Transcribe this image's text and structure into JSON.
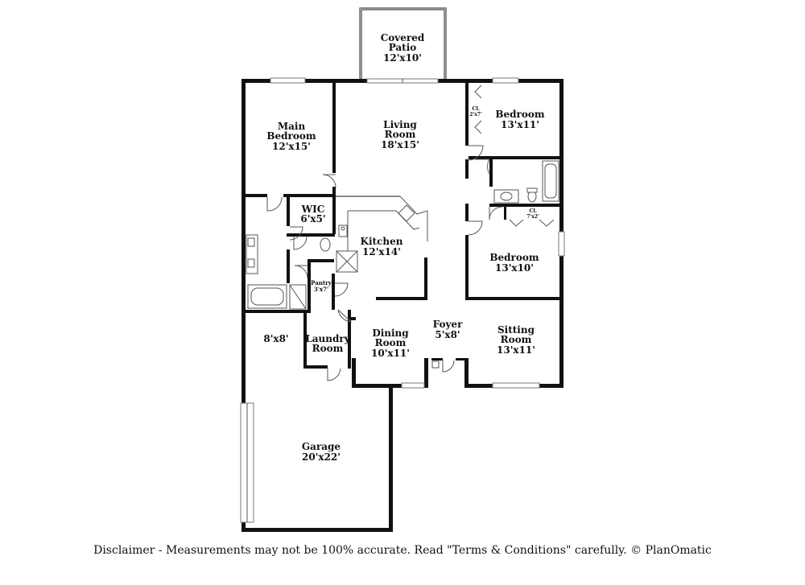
{
  "rooms": {
    "patio": {
      "name_1": "Covered",
      "name_2": "Patio",
      "dims": "12'x10'"
    },
    "main_bedroom": {
      "name_1": "Main",
      "name_2": "Bedroom",
      "dims": "12'x15'"
    },
    "living_room": {
      "name_1": "Living",
      "name_2": "Room",
      "dims": "18'x15'"
    },
    "bedroom_top": {
      "name": "Bedroom",
      "dims": "13'x11'"
    },
    "closet_top": {
      "name": "CL",
      "dims": "2'x7'"
    },
    "wic": {
      "name": "WIC",
      "dims": "6'x5'"
    },
    "kitchen": {
      "name": "Kitchen",
      "dims": "12'x14'"
    },
    "closet_mid": {
      "name": "CL",
      "dims": "7'x2'"
    },
    "bedroom_mid": {
      "name": "Bedroom",
      "dims": "13'x10'"
    },
    "pantry": {
      "name": "Pantry",
      "dims": "3'x7'"
    },
    "storage": {
      "dims": "8'x8'"
    },
    "laundry": {
      "name_1": "Laundry",
      "name_2": "Room"
    },
    "dining": {
      "name_1": "Dining",
      "name_2": "Room",
      "dims": "10'x11'"
    },
    "foyer": {
      "name": "Foyer",
      "dims": "5'x8'"
    },
    "sitting": {
      "name_1": "Sitting",
      "name_2": "Room",
      "dims": "13'x11'"
    },
    "garage": {
      "name": "Garage",
      "dims": "20'x22'"
    }
  },
  "disclaimer": "Disclaimer - Measurements may not be 100% accurate. Read \"Terms & Conditions\" carefully. © PlanOmatic"
}
